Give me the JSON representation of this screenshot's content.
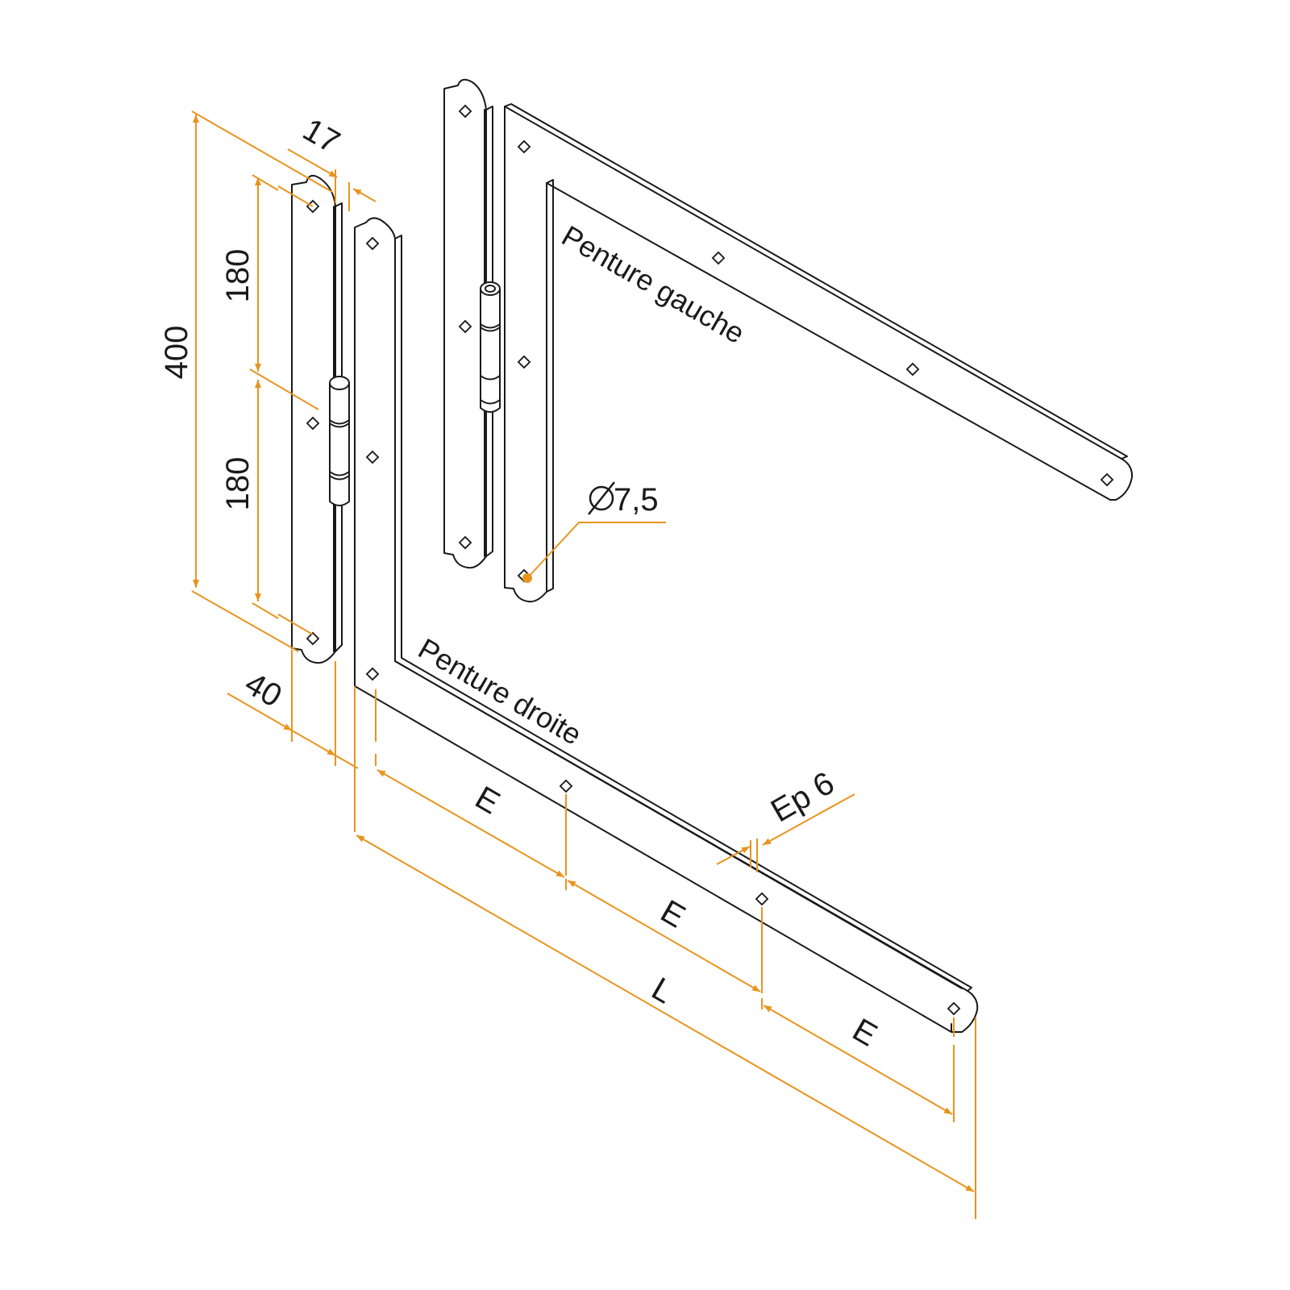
{
  "labels": {
    "penture_gauche": "Penture gauche",
    "penture_droite": "Penture droite"
  },
  "dimensions": {
    "height_total": "400",
    "spacing_top": "180",
    "spacing_bottom": "180",
    "pin_width": "17",
    "strap_width": "40",
    "hole_spacing": "E",
    "length": "L",
    "thickness": "Ep 6",
    "hole_diameter": "7,5"
  },
  "colors": {
    "dimension": "#E8941E",
    "outline": "#1a1a1a"
  }
}
